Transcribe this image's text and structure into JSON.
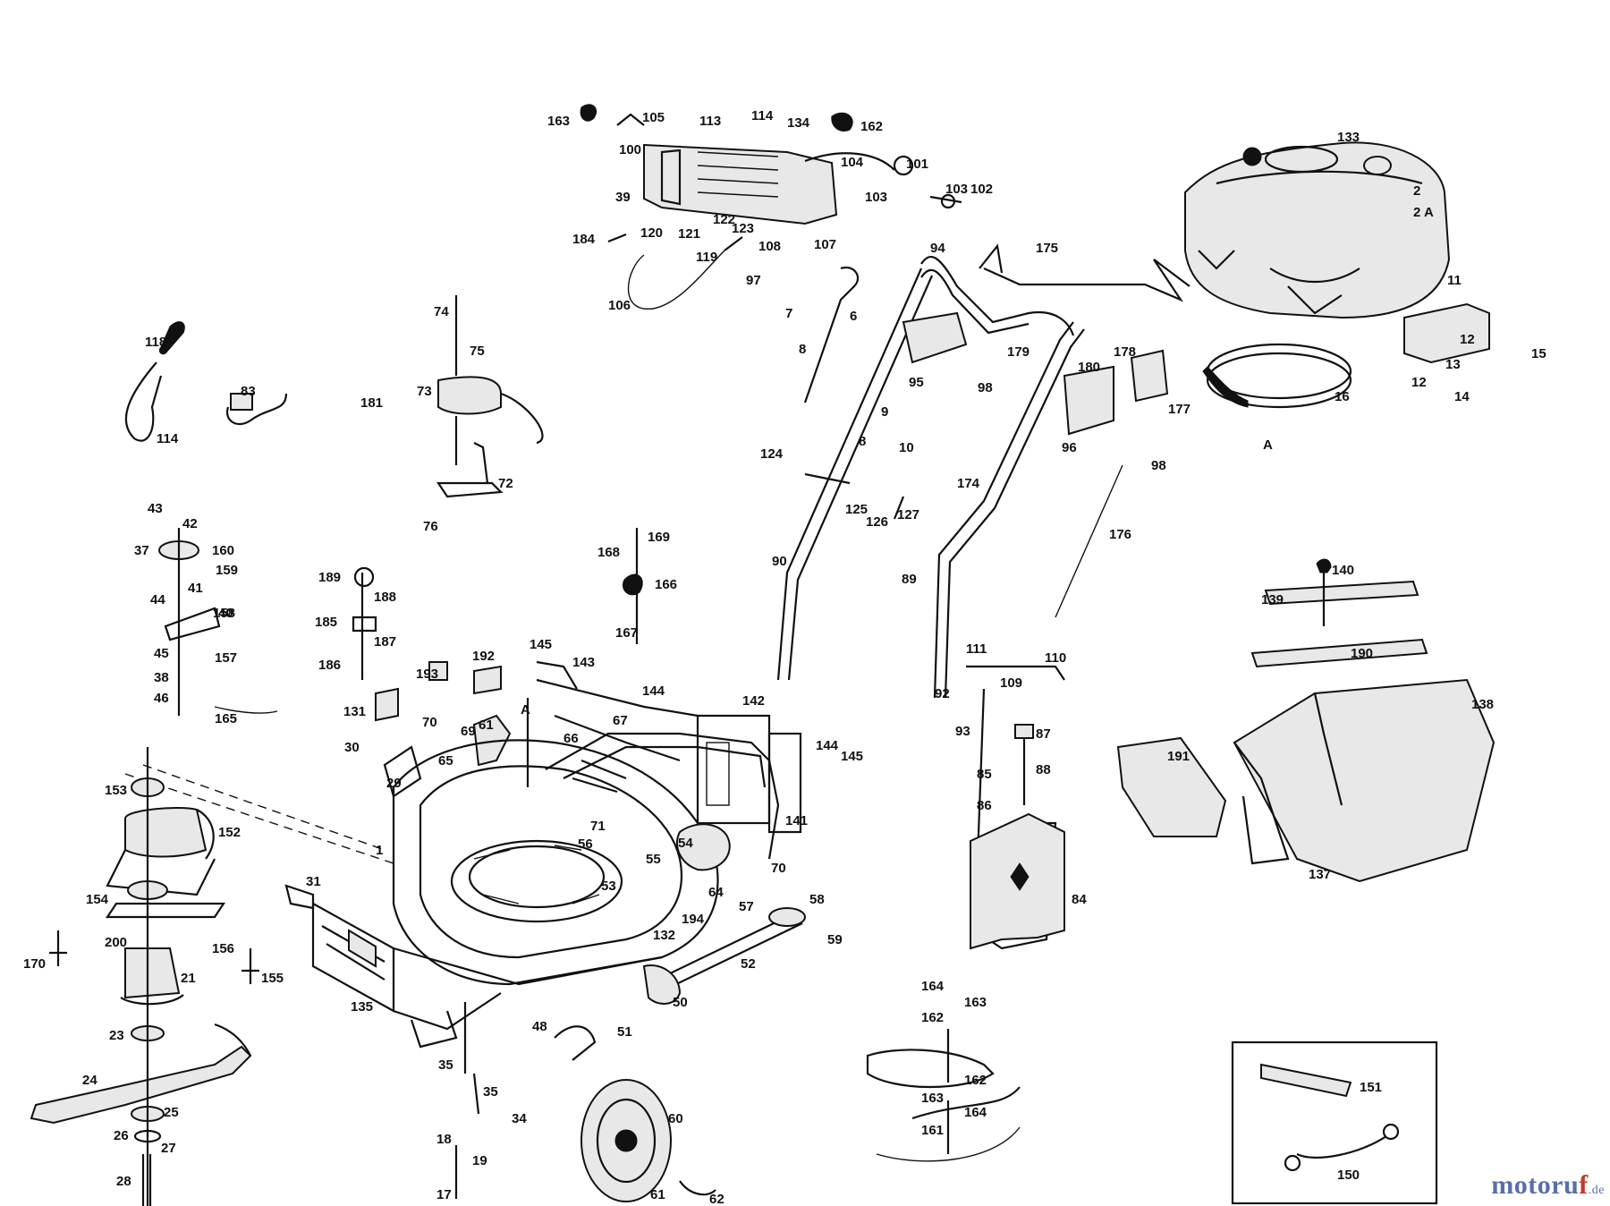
{
  "watermark": {
    "part1": "motoru",
    "part2": "f",
    "part3": ".de"
  },
  "labels": [
    "163",
    "105",
    "113",
    "114",
    "134",
    "162",
    "100",
    "104",
    "101",
    "103",
    "102",
    "39",
    "103",
    "133",
    "2",
    "2 A",
    "184",
    "120",
    "121",
    "122",
    "123",
    "107",
    "108",
    "119",
    "97",
    "106",
    "175",
    "94",
    "11",
    "7",
    "6",
    "8",
    "12",
    "15",
    "13",
    "14",
    "12",
    "179",
    "178",
    "180",
    "177",
    "16",
    "95",
    "98",
    "96",
    "98",
    "A",
    "118",
    "83",
    "74",
    "75",
    "73",
    "181",
    "72",
    "76",
    "114",
    "43",
    "42",
    "37",
    "160",
    "159",
    "41",
    "44",
    "40",
    "158",
    "45",
    "157",
    "38",
    "46",
    "165",
    "9",
    "8",
    "10",
    "124",
    "125",
    "126",
    "127",
    "174",
    "90",
    "89",
    "176",
    "139",
    "140",
    "190",
    "169",
    "168",
    "166",
    "167",
    "189",
    "188",
    "185",
    "187",
    "186",
    "145",
    "143",
    "144",
    "67",
    "66",
    "142",
    "193",
    "192",
    "131",
    "70",
    "65",
    "69",
    "61",
    "A",
    "30",
    "29",
    "153",
    "152",
    "1",
    "31",
    "154",
    "200",
    "170",
    "156",
    "155",
    "21",
    "23",
    "24",
    "25",
    "26",
    "27",
    "28",
    "135",
    "71",
    "55",
    "56",
    "53",
    "132",
    "194",
    "54",
    "64",
    "70",
    "57",
    "58",
    "59",
    "52",
    "50",
    "51",
    "48",
    "35",
    "34",
    "35",
    "18",
    "19",
    "17",
    "60",
    "61",
    "62",
    "141",
    "144",
    "145",
    "111",
    "110",
    "109",
    "92",
    "93",
    "87",
    "85",
    "88",
    "86",
    "84",
    "191",
    "138",
    "137",
    "164",
    "163",
    "162",
    "162",
    "163",
    "164",
    "161",
    "151",
    "150"
  ]
}
